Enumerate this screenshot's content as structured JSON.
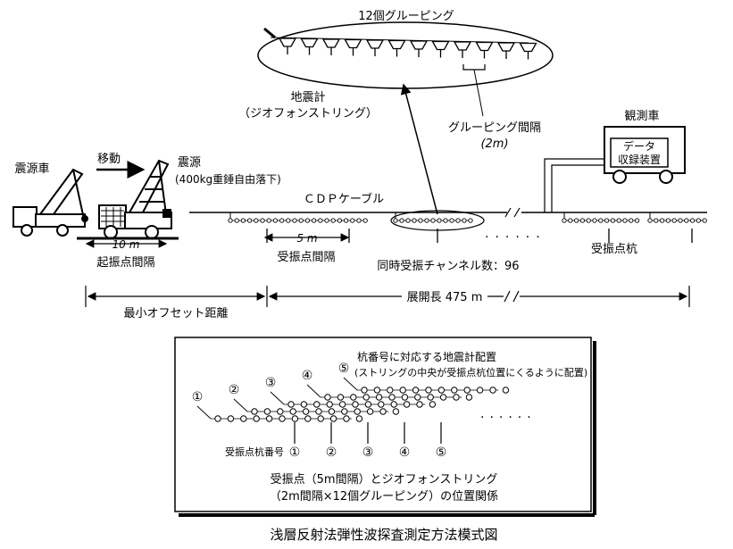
{
  "labels": {
    "grouping_title": "12個グルーピング",
    "geophone_l1": "地震計",
    "geophone_l2": "（ジオフォンストリング）",
    "grouping_interval_l1": "グルーピング間隔",
    "grouping_interval_l2": "(2m)",
    "obs_vehicle": "観測車",
    "data_recorder_l1": "データ",
    "data_recorder_l2": "収録装置",
    "source_vehicle": "震源車",
    "move": "移動",
    "source_l1": "震源",
    "source_l2": "(400kg重錘自由落下)",
    "cdp_cable": "ＣＤＰケーブル",
    "receiver_interval_dim": "5 m",
    "receiver_interval": "受振点間隔",
    "receiver_stake": "受振点杭",
    "shot_interval_dim": "10 m",
    "shot_interval": "起振点間隔",
    "channels": "同時受振チャンネル数：96",
    "min_offset": "最小オフセット距離",
    "spread_length": "展開長 475 m"
  },
  "inset": {
    "title_l1": "杭番号に対応する地震計配置",
    "title_l2": "(ストリングの中央が受振点杭位置にくるように配置)",
    "string_markers": [
      "①",
      "②",
      "③",
      "④",
      "⑤"
    ],
    "stake_label": "受振点杭番号",
    "stake_markers": [
      "①",
      "②",
      "③",
      "④",
      "⑤"
    ],
    "caption_l1": "受振点（5m間隔）とジオフォンストリング",
    "caption_l2": "（2m間隔×12個グルーピング）の位置関係"
  },
  "figure_title": "浅層反射法弾性波探査測定方法模式図"
}
